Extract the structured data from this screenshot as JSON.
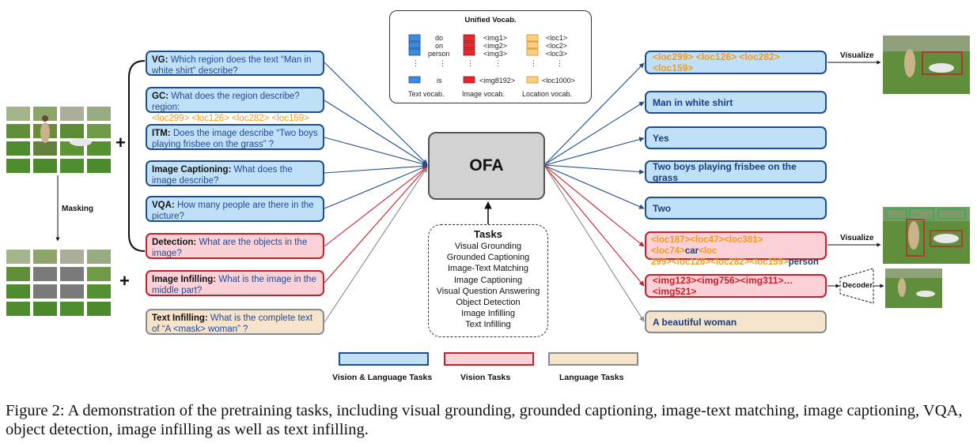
{
  "vocab": {
    "title": "Unified Vocab.",
    "text_tokens": [
      "do",
      "on",
      "person",
      "is"
    ],
    "image_tokens": [
      "<img1>",
      "<img2>",
      "<img3>",
      "<img8192>"
    ],
    "location_tokens": [
      "<loc1>",
      "<loc2>",
      "<loc3>",
      "<loc1000>"
    ],
    "text_label": "Text vocab.",
    "image_label": "Image vocab.",
    "location_label": "Location vocab."
  },
  "model_name": "OFA",
  "plus_symbol": "+",
  "masking_label": "Masking",
  "inputs": [
    {
      "title": "VG:",
      "body": "Which region does the text “Man in white shirt” describe?",
      "type": "vl"
    },
    {
      "title": "GC:",
      "body": "What does the region describe? region:",
      "orange": "<loc299> <loc126> <loc282> <loc159>",
      "type": "vl"
    },
    {
      "title": "ITM:",
      "body": "Does the image describe “Two boys playing frisbee on the grass” ?",
      "type": "vl"
    },
    {
      "title": "Image Captioning:",
      "body": "What does the image describe?",
      "type": "vl"
    },
    {
      "title": "VQA:",
      "body": "How many people are there in the picture?",
      "type": "vl"
    },
    {
      "title": "Detection:",
      "body": "What are the objects in the image?",
      "type": "vis"
    },
    {
      "title": "Image Infilling:",
      "body": "What is the image in the middle part?",
      "type": "vis"
    },
    {
      "title": "Text Infilling:",
      "body": "What is the complete text of “A <mask> woman” ?",
      "type": "lang"
    }
  ],
  "outputs": {
    "vg": "<loc299> <loc126> <loc282> <loc159>",
    "gc": "Man in white shirt",
    "itm": "Yes",
    "caption": "Two boys playing frisbee on the grass",
    "vqa": "Two",
    "det_line1_orange": "<loc187><loc47><loc381><loc74>",
    "det_line1_word": "car",
    "det_line1_tail": "<loc",
    "det_line2_orange": "299><loc126><loc282><loc159>",
    "det_line2_word": "person",
    "det_line2_tail": " …",
    "infill": "<img123><img756><img311>…<img521>",
    "text_infill": "A beautiful woman"
  },
  "visualize_label": "Visualize",
  "decoder_label": "Decoder",
  "tasks": {
    "title": "Tasks",
    "items": [
      "Visual Grounding",
      "Grounded Captioning",
      "Image-Text Matching",
      "Image Captioning",
      "Visual Question Answering",
      "Object Detection",
      "Image Infilling",
      "Text Infilling"
    ]
  },
  "legend": {
    "vl": "Vision & Language Tasks",
    "vis": "Vision Tasks",
    "lang": "Language Tasks"
  },
  "colors": {
    "vl_fill": "#bfe0f7",
    "vl_border": "#1f4e8c",
    "vis_fill": "#fad1d6",
    "vis_border": "#c4202b",
    "lang_fill": "#f6e3cc",
    "lang_border": "#8a8a8a",
    "loc_orange": "#f39a1a",
    "text_vocab_blue": "#3c8be0",
    "image_vocab_red": "#e8262b",
    "loc_vocab_yellow": "#ffcf7a"
  },
  "caption": "Figure 2: A demonstration of the pretraining tasks, including visual grounding, grounded captioning, image-text matching, image captioning, VQA, object detection, image infilling as well as text infilling."
}
